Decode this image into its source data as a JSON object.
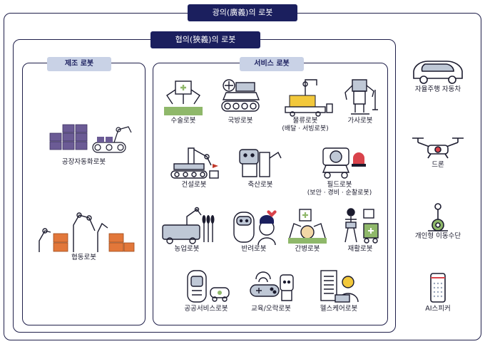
{
  "outer_title": "광의(廣義)의 로봇",
  "inner_title": "협의(狹義)의 로봇",
  "manufacturing": {
    "title": "제조 로봇",
    "items": [
      "공장자동화로봇",
      "협동로봇"
    ]
  },
  "service": {
    "title": "서비스 로봇",
    "items": [
      {
        "label": "수술로봇"
      },
      {
        "label": "국방로봇"
      },
      {
        "label": "물류로봇",
        "sub": "(배달 · 서빙로봇)"
      },
      {
        "label": "가사로봇"
      },
      {
        "label": "건설로봇"
      },
      {
        "label": "축산로봇"
      },
      {
        "label": "필드로봇",
        "sub": "(보안 · 경비 · 순찰로봇)"
      },
      {
        "label": "농업로봇"
      },
      {
        "label": "반려로봇"
      },
      {
        "label": "간병로봇"
      },
      {
        "label": "재활로봇"
      },
      {
        "label": "공공서비스로봇"
      },
      {
        "label": "교육/오락로봇"
      },
      {
        "label": "헬스케어로봇"
      }
    ]
  },
  "broad_items": [
    "자율주행 자동차",
    "드론",
    "개인형 이동수단",
    "AI스피커"
  ],
  "colors": {
    "navy": "#1b1f5e",
    "light_pill": "#c9d2e6",
    "purple": "#6b5b95",
    "orange": "#e2773a",
    "green": "#8fb86a",
    "yellow": "#f2c83b",
    "gray": "#bfc8d6"
  }
}
